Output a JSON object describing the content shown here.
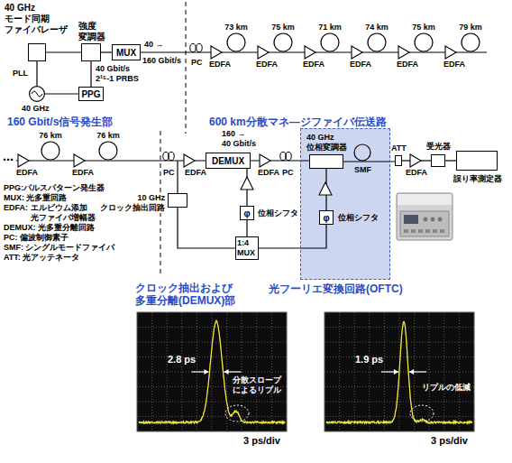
{
  "diagram": {
    "nodes": [
      {
        "text": [
          "40 GHz モード同期 ファイバレーザ"
        ]
      },
      {
        "text": [
          "強度 変調器"
        ]
      },
      {
        "text": [
          "MUX"
        ]
      },
      {
        "text": [
          "40 GHz"
        ]
      },
      {
        "text": [
          "PPG"
        ]
      },
      {
        "text": [
          "DEMUX"
        ]
      },
      {
        "text": [
          "光フーリエ変換回路(OFTC)"
        ]
      },
      {
        "text": [
          "40 GHz 位相変調器"
        ],
        "in": 6
      },
      {
        "text": [
          "ATT"
        ]
      },
      {
        "text": [
          "受光器"
        ]
      },
      {
        "text": [
          "誤り率測定器"
        ]
      },
      {
        "text": [
          "10 GHz クロック抽出回路"
        ]
      },
      {
        "text": [
          "φ",
          "位相シフタ"
        ]
      },
      {
        "text": [
          "1:4 MUX"
        ]
      },
      {
        "text": [
          "φ",
          "位相シフタ"
        ],
        "in": 6
      }
    ],
    "edges": [
      {
        "from": 3,
        "to": 0,
        "label": "PLL",
        "arrow": "none"
      },
      {
        "from": 0,
        "to": 1,
        "arrow": "none"
      },
      {
        "from": 1,
        "to": 2,
        "arrow": "none"
      },
      {
        "from": 3,
        "to": 4,
        "arrow": "none"
      },
      {
        "from": 4,
        "to": 1,
        "arrow": "none"
      },
      {
        "from": 5,
        "to": 7,
        "arrow": "none"
      },
      {
        "from": 7,
        "to": 8,
        "arrow": "none"
      },
      {
        "from": 8,
        "to": 9,
        "arrow": "none"
      },
      {
        "from": 9,
        "to": 10,
        "arrow": "none"
      },
      {
        "from": 11,
        "to": 13,
        "arrow": "none"
      },
      {
        "from": 13,
        "to": 12,
        "arrow": "none"
      },
      {
        "from": 12,
        "to": 5,
        "arrow": "none"
      },
      {
        "from": 13,
        "to": 14,
        "arrow": "none"
      },
      {
        "from": 14,
        "to": 7,
        "arrow": "none"
      }
    ],
    "labels": [
      "40 Gbit/s",
      "2¹⁵-1 PRBS",
      "40 →",
      "160 Gbit/s",
      "PC",
      "73 km",
      "75 km",
      "71 km",
      "74 km",
      "75 km",
      "79 km",
      "EDFA",
      "EDFA",
      "EDFA",
      "EDFA",
      "EDFA",
      "EDFA",
      "160 Gbit/s信号発生部",
      "600 km分散マネ―ジファイバ伝送路",
      "76 km",
      "76 km",
      "⋯",
      "EDFA",
      "EDFA",
      "PC",
      "EDFA",
      "160 →",
      "40 Gbit/s",
      "EDFA",
      "PC",
      "SMF",
      "EDFA",
      "PPG:パルスパターン発生器",
      "MUX: 光多重回路",
      "EDFA: エルビウム添加 光ファイバ増幅器",
      "DEMUX: 光多重分離回路",
      "PC: 偏波制御素子",
      "SMF: シングルモードファイバ",
      "ATT: 光アッテネータ",
      "クロック抽出および 多重分離(DEMUX)部",
      "2.8 ps",
      "分散スロープ によるリプル",
      "3 ps/div",
      "1.9 ps",
      "リプルの低減",
      "3 ps/div"
    ]
  }
}
